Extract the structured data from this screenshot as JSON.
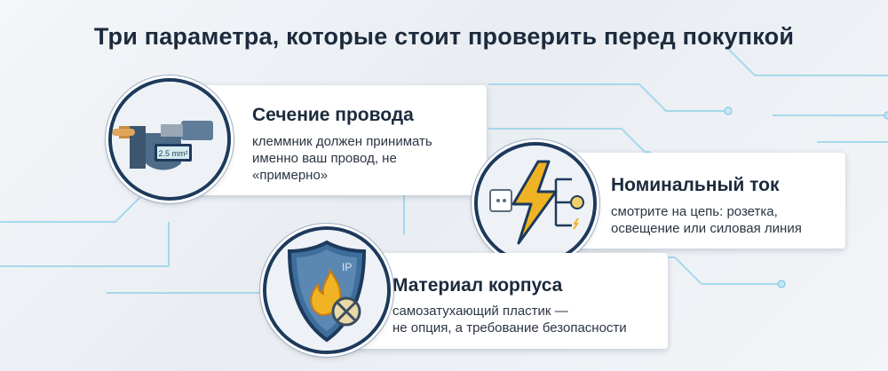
{
  "title": "Три параметра, которые стоит проверить перед покупкой",
  "cards": [
    {
      "title": "Сечение провода",
      "desc": [
        "клеммник должен принимать",
        "именно ваш провод, не",
        "«примерно»"
      ],
      "icon": "micrometer-icon",
      "readout": "2.5 mm²"
    },
    {
      "title": "Номинальный ток",
      "desc": [
        "смотрите на цепь: розетка,",
        "освещение или силовая линия"
      ],
      "icon": "lightning-circuit-icon"
    },
    {
      "title": "Материал корпуса",
      "desc": [
        "самозатухающий пластик —",
        "не опция, а требование безопасности"
      ],
      "icon": "shield-flame-icon",
      "badge": "IP"
    }
  ],
  "colors": {
    "navy": "#1d3a5c",
    "lines": "#8fd0ea",
    "bolt": "#f0b323",
    "shield": "#3e6e9c"
  }
}
